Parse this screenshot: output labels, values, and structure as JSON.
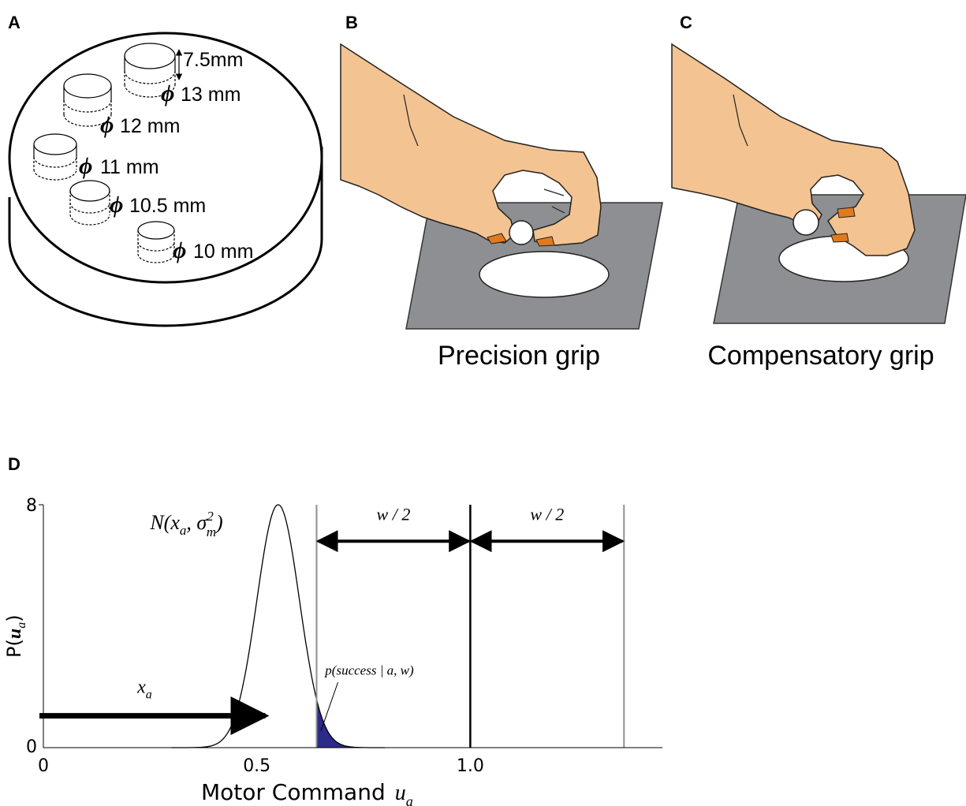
{
  "panels": {
    "a": "A",
    "b": "B",
    "c": "C",
    "d": "D"
  },
  "panel_a": {
    "height_label": "7.5mm",
    "phi": "ϕ",
    "diameters": [
      "13 mm",
      "12 mm",
      "11 mm",
      "10.5 mm",
      "10 mm"
    ]
  },
  "panel_b": {
    "caption": "Precision grip"
  },
  "panel_c": {
    "caption": "Compensatory grip"
  },
  "colors": {
    "skin": "#f3c392",
    "nail": "#e07a1e",
    "plate": "#8e8f92",
    "shade": "#2b2b8a"
  },
  "chart_data": {
    "type": "area",
    "xlabel": "Motor Command",
    "xlabel_symbol": "u",
    "xlabel_sub": "a",
    "ylabel": "P(",
    "ylabel_symbol": "u",
    "ylabel_sub": "a",
    "ylabel_close": ")",
    "xlim": [
      0,
      1.45
    ],
    "ylim": [
      0,
      8
    ],
    "xticks": [
      "0",
      "0.5",
      "1.0"
    ],
    "yticks": [
      "0",
      "8"
    ],
    "distribution": {
      "mean": 0.55,
      "sd": 0.05,
      "peak": 8
    },
    "shaded_from": 0.64,
    "vertical_lines": [
      0.64,
      1.0,
      1.36
    ],
    "labels": {
      "normal": "N(x",
      "normal_sub": "a",
      "normal_mid": ", σ",
      "normal_sup": "2",
      "normal_sub2": "m",
      "normal_close": ")",
      "half_width": "w / 2",
      "xa": "x",
      "xa_sub": "a",
      "success": "p(success | a, w)"
    }
  }
}
